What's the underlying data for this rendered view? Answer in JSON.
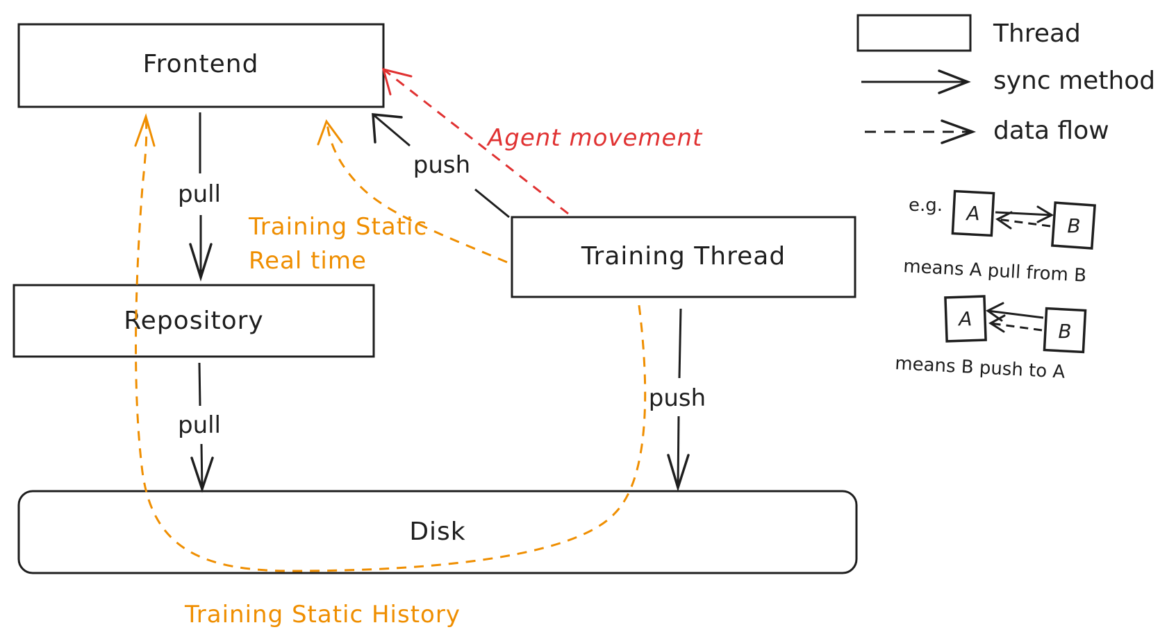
{
  "nodes": {
    "frontend": "Frontend",
    "repository": "Repository",
    "training_thread": "Training Thread",
    "disk": "Disk"
  },
  "edges": {
    "frontend_repository": "pull",
    "repository_disk": "pull",
    "training_frontend": "push",
    "training_disk": "push"
  },
  "flows": {
    "realtime_line1": "Training Static",
    "realtime_line2": "Real time",
    "history": "Training Static History",
    "agent_movement": "Agent movement"
  },
  "legend": {
    "thread": "Thread",
    "sync_method": "sync method",
    "data_flow": "data flow",
    "example_prefix": "e.g.",
    "pull_example_a": "A",
    "pull_example_b": "B",
    "pull_caption": "means A pull from B",
    "push_example_a": "A",
    "push_example_b": "B",
    "push_caption": "means B push to A"
  },
  "colors": {
    "ink": "#1e1e1e",
    "orange": "#ef8e00",
    "red": "#e03131"
  }
}
